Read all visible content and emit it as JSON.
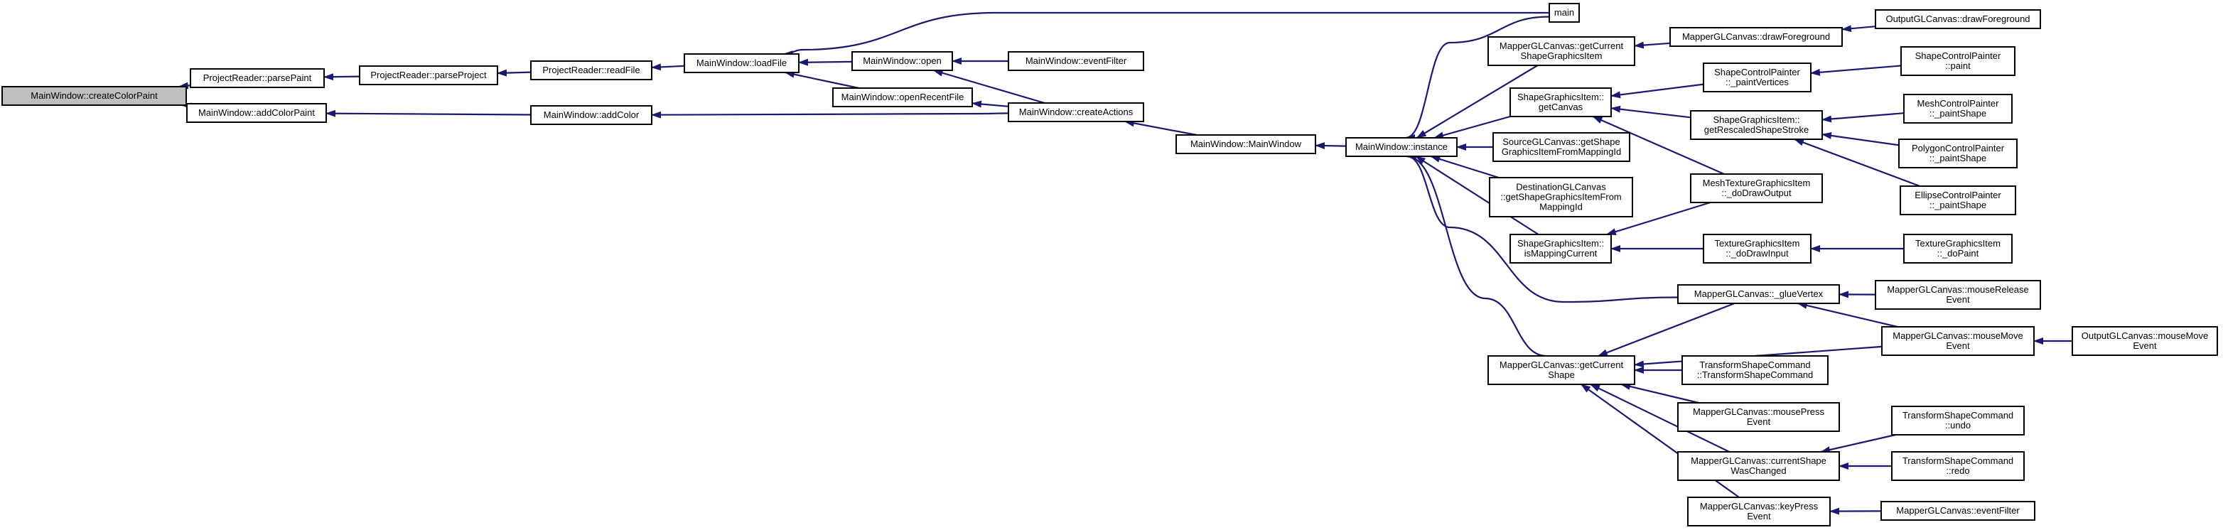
{
  "graph": {
    "current_node": "MainWindow::createColorPaint",
    "edge_color": "#191970",
    "current_fill": "#bfbfbf",
    "nodes": [
      {
        "id": "createColorPaint",
        "lines": [
          "MainWindow::createColorPaint"
        ]
      },
      {
        "id": "parsePaint",
        "lines": [
          "ProjectReader::parsePaint"
        ]
      },
      {
        "id": "addColorPaint",
        "lines": [
          "MainWindow::addColorPaint"
        ]
      },
      {
        "id": "parseProject",
        "lines": [
          "ProjectReader::parseProject"
        ]
      },
      {
        "id": "readFile",
        "lines": [
          "ProjectReader::readFile"
        ]
      },
      {
        "id": "addColor",
        "lines": [
          "MainWindow::addColor"
        ]
      },
      {
        "id": "loadFile",
        "lines": [
          "MainWindow::loadFile"
        ]
      },
      {
        "id": "open",
        "lines": [
          "MainWindow::open"
        ]
      },
      {
        "id": "openRecentFile",
        "lines": [
          "MainWindow::openRecentFile"
        ]
      },
      {
        "id": "createActions",
        "lines": [
          "MainWindow::createActions"
        ]
      },
      {
        "id": "eventFilterMW",
        "lines": [
          "MainWindow::eventFilter"
        ]
      },
      {
        "id": "mainWindowCtor",
        "lines": [
          "MainWindow::MainWindow"
        ]
      },
      {
        "id": "main",
        "lines": [
          "main"
        ]
      },
      {
        "id": "instance",
        "lines": [
          "MainWindow::instance"
        ]
      },
      {
        "id": "getCurrentShapeGraphicsItem",
        "lines": [
          "MapperGLCanvas::getCurrent",
          "ShapeGraphicsItem"
        ]
      },
      {
        "id": "sgiGetCanvas",
        "lines": [
          "ShapeGraphicsItem::",
          "getCanvas"
        ]
      },
      {
        "id": "sourceGetShape",
        "lines": [
          "SourceGLCanvas::getShape",
          "GraphicsItemFromMappingId"
        ]
      },
      {
        "id": "destGetShape",
        "lines": [
          "DestinationGLCanvas",
          "::getShapeGraphicsItemFrom",
          "MappingId"
        ]
      },
      {
        "id": "sgiIsMappingCurrent",
        "lines": [
          "ShapeGraphicsItem::",
          "isMappingCurrent"
        ]
      },
      {
        "id": "getCurrentShape",
        "lines": [
          "MapperGLCanvas::getCurrent",
          "Shape"
        ]
      },
      {
        "id": "mglDrawForeground",
        "lines": [
          "MapperGLCanvas::drawForeground"
        ]
      },
      {
        "id": "scpPaintVertices",
        "lines": [
          "ShapeControlPainter",
          "::_paintVertices"
        ]
      },
      {
        "id": "sgiGetRescaled",
        "lines": [
          "ShapeGraphicsItem::",
          "getRescaledShapeStroke"
        ]
      },
      {
        "id": "meshTexDoDrawOutput",
        "lines": [
          "MeshTextureGraphicsItem",
          "::_doDrawOutput"
        ]
      },
      {
        "id": "texDoDrawInput",
        "lines": [
          "TextureGraphicsItem",
          "::_doDrawInput"
        ]
      },
      {
        "id": "glueVertex",
        "lines": [
          "MapperGLCanvas::_glueVertex"
        ]
      },
      {
        "id": "tscCtor",
        "lines": [
          "TransformShapeCommand",
          "::TransformShapeCommand"
        ]
      },
      {
        "id": "mousePress",
        "lines": [
          "MapperGLCanvas::mousePress",
          "Event"
        ]
      },
      {
        "id": "currentShapeChanged",
        "lines": [
          "MapperGLCanvas::currentShape",
          "WasChanged"
        ]
      },
      {
        "id": "keyPress",
        "lines": [
          "MapperGLCanvas::keyPress",
          "Event"
        ]
      },
      {
        "id": "outDrawForeground",
        "lines": [
          "OutputGLCanvas::drawForeground"
        ]
      },
      {
        "id": "scpPaint",
        "lines": [
          "ShapeControlPainter",
          "::paint"
        ]
      },
      {
        "id": "meshCtrlPaintShape",
        "lines": [
          "MeshControlPainter",
          "::_paintShape"
        ]
      },
      {
        "id": "polyCtrlPaintShape",
        "lines": [
          "PolygonControlPainter",
          "::_paintShape"
        ]
      },
      {
        "id": "ellipseCtrlPaintShape",
        "lines": [
          "EllipseControlPainter",
          "::_paintShape"
        ]
      },
      {
        "id": "texDoPaint",
        "lines": [
          "TextureGraphicsItem",
          "::_doPaint"
        ]
      },
      {
        "id": "mouseRelease",
        "lines": [
          "MapperGLCanvas::mouseRelease",
          "Event"
        ]
      },
      {
        "id": "mouseMove",
        "lines": [
          "MapperGLCanvas::mouseMove",
          "Event"
        ]
      },
      {
        "id": "tscUndo",
        "lines": [
          "TransformShapeCommand",
          "::undo"
        ]
      },
      {
        "id": "tscRedo",
        "lines": [
          "TransformShapeCommand",
          "::redo"
        ]
      },
      {
        "id": "mglEventFilter",
        "lines": [
          "MapperGLCanvas::eventFilter"
        ]
      },
      {
        "id": "outMouseMove",
        "lines": [
          "OutputGLCanvas::mouseMove",
          "Event"
        ]
      }
    ],
    "edges": [
      {
        "from": "parsePaint",
        "to": "createColorPaint"
      },
      {
        "from": "addColorPaint",
        "to": "createColorPaint"
      },
      {
        "from": "parseProject",
        "to": "parsePaint"
      },
      {
        "from": "addColor",
        "to": "addColorPaint"
      },
      {
        "from": "readFile",
        "to": "parseProject"
      },
      {
        "from": "loadFile",
        "to": "readFile"
      },
      {
        "from": "createActions",
        "to": "addColor"
      },
      {
        "from": "main",
        "to": "loadFile"
      },
      {
        "from": "open",
        "to": "loadFile"
      },
      {
        "from": "openRecentFile",
        "to": "loadFile"
      },
      {
        "from": "eventFilterMW",
        "to": "open"
      },
      {
        "from": "createActions",
        "to": "open"
      },
      {
        "from": "createActions",
        "to": "openRecentFile"
      },
      {
        "from": "mainWindowCtor",
        "to": "createActions"
      },
      {
        "from": "instance",
        "to": "mainWindowCtor"
      },
      {
        "from": "getCurrentShapeGraphicsItem",
        "to": "instance"
      },
      {
        "from": "sgiGetCanvas",
        "to": "instance"
      },
      {
        "from": "sourceGetShape",
        "to": "instance"
      },
      {
        "from": "destGetShape",
        "to": "instance"
      },
      {
        "from": "sgiIsMappingCurrent",
        "to": "instance"
      },
      {
        "from": "getCurrentShape",
        "to": "instance"
      },
      {
        "from": "glueVertex",
        "to": "instance"
      },
      {
        "from": "main",
        "to": "instance"
      },
      {
        "from": "mglDrawForeground",
        "to": "getCurrentShapeGraphicsItem"
      },
      {
        "from": "outDrawForeground",
        "to": "mglDrawForeground"
      },
      {
        "from": "scpPaintVertices",
        "to": "sgiGetCanvas"
      },
      {
        "from": "sgiGetRescaled",
        "to": "sgiGetCanvas"
      },
      {
        "from": "meshTexDoDrawOutput",
        "to": "sgiGetCanvas"
      },
      {
        "from": "scpPaint",
        "to": "scpPaintVertices"
      },
      {
        "from": "meshCtrlPaintShape",
        "to": "sgiGetRescaled"
      },
      {
        "from": "polyCtrlPaintShape",
        "to": "sgiGetRescaled"
      },
      {
        "from": "ellipseCtrlPaintShape",
        "to": "sgiGetRescaled"
      },
      {
        "from": "meshTexDoDrawOutput",
        "to": "sgiIsMappingCurrent"
      },
      {
        "from": "texDoDrawInput",
        "to": "sgiIsMappingCurrent"
      },
      {
        "from": "texDoPaint",
        "to": "texDoDrawInput"
      },
      {
        "from": "mouseRelease",
        "to": "glueVertex"
      },
      {
        "from": "mouseMove",
        "to": "glueVertex"
      },
      {
        "from": "outMouseMove",
        "to": "mouseMove"
      },
      {
        "from": "glueVertex",
        "to": "getCurrentShape"
      },
      {
        "from": "mouseMove",
        "to": "getCurrentShape"
      },
      {
        "from": "tscCtor",
        "to": "getCurrentShape"
      },
      {
        "from": "mousePress",
        "to": "getCurrentShape"
      },
      {
        "from": "currentShapeChanged",
        "to": "getCurrentShape"
      },
      {
        "from": "keyPress",
        "to": "getCurrentShape"
      },
      {
        "from": "tscUndo",
        "to": "currentShapeChanged"
      },
      {
        "from": "tscRedo",
        "to": "currentShapeChanged"
      },
      {
        "from": "mglEventFilter",
        "to": "keyPress"
      }
    ]
  }
}
